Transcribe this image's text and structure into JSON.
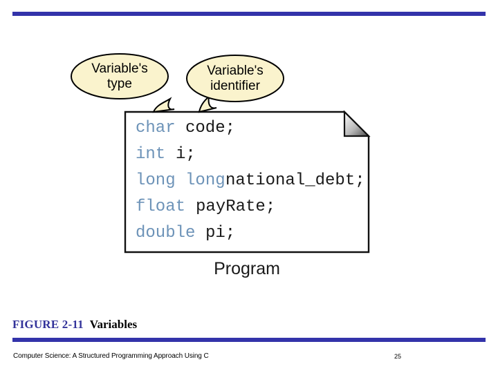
{
  "slide": {
    "rule_color": "#3333aa",
    "background": "#ffffff"
  },
  "figure": {
    "caption_number": "FIGURE 2-11",
    "caption_title": "Variables",
    "caption_number_color": "#33339a",
    "program_label": "Program",
    "page_fill": "#ffffff",
    "page_border_color": "#111111",
    "fold_dark_color": "#5a5a5a",
    "fold_light_color": "#ffffff"
  },
  "callouts": [
    {
      "line1": "Variable's",
      "line2": "type",
      "fill": "#faf3cd",
      "stroke": "#000000"
    },
    {
      "line1": "Variable's",
      "line2": "identifier",
      "fill": "#faf3cd",
      "stroke": "#000000"
    }
  ],
  "code": {
    "keyword_color": "#6d93b8",
    "identifier_color": "#1a1a1a",
    "lines": [
      {
        "keyword": "char",
        "rest": "code;"
      },
      {
        "keyword": "int",
        "rest": "i;"
      },
      {
        "keyword": "long long",
        "rest": "national_debt;"
      },
      {
        "keyword": "float",
        "rest": "payRate;"
      },
      {
        "keyword": "double",
        "rest": "pi;"
      }
    ]
  },
  "footer": {
    "book_title": "Computer Science: A Structured Programming Approach Using C",
    "page_number": "25"
  }
}
